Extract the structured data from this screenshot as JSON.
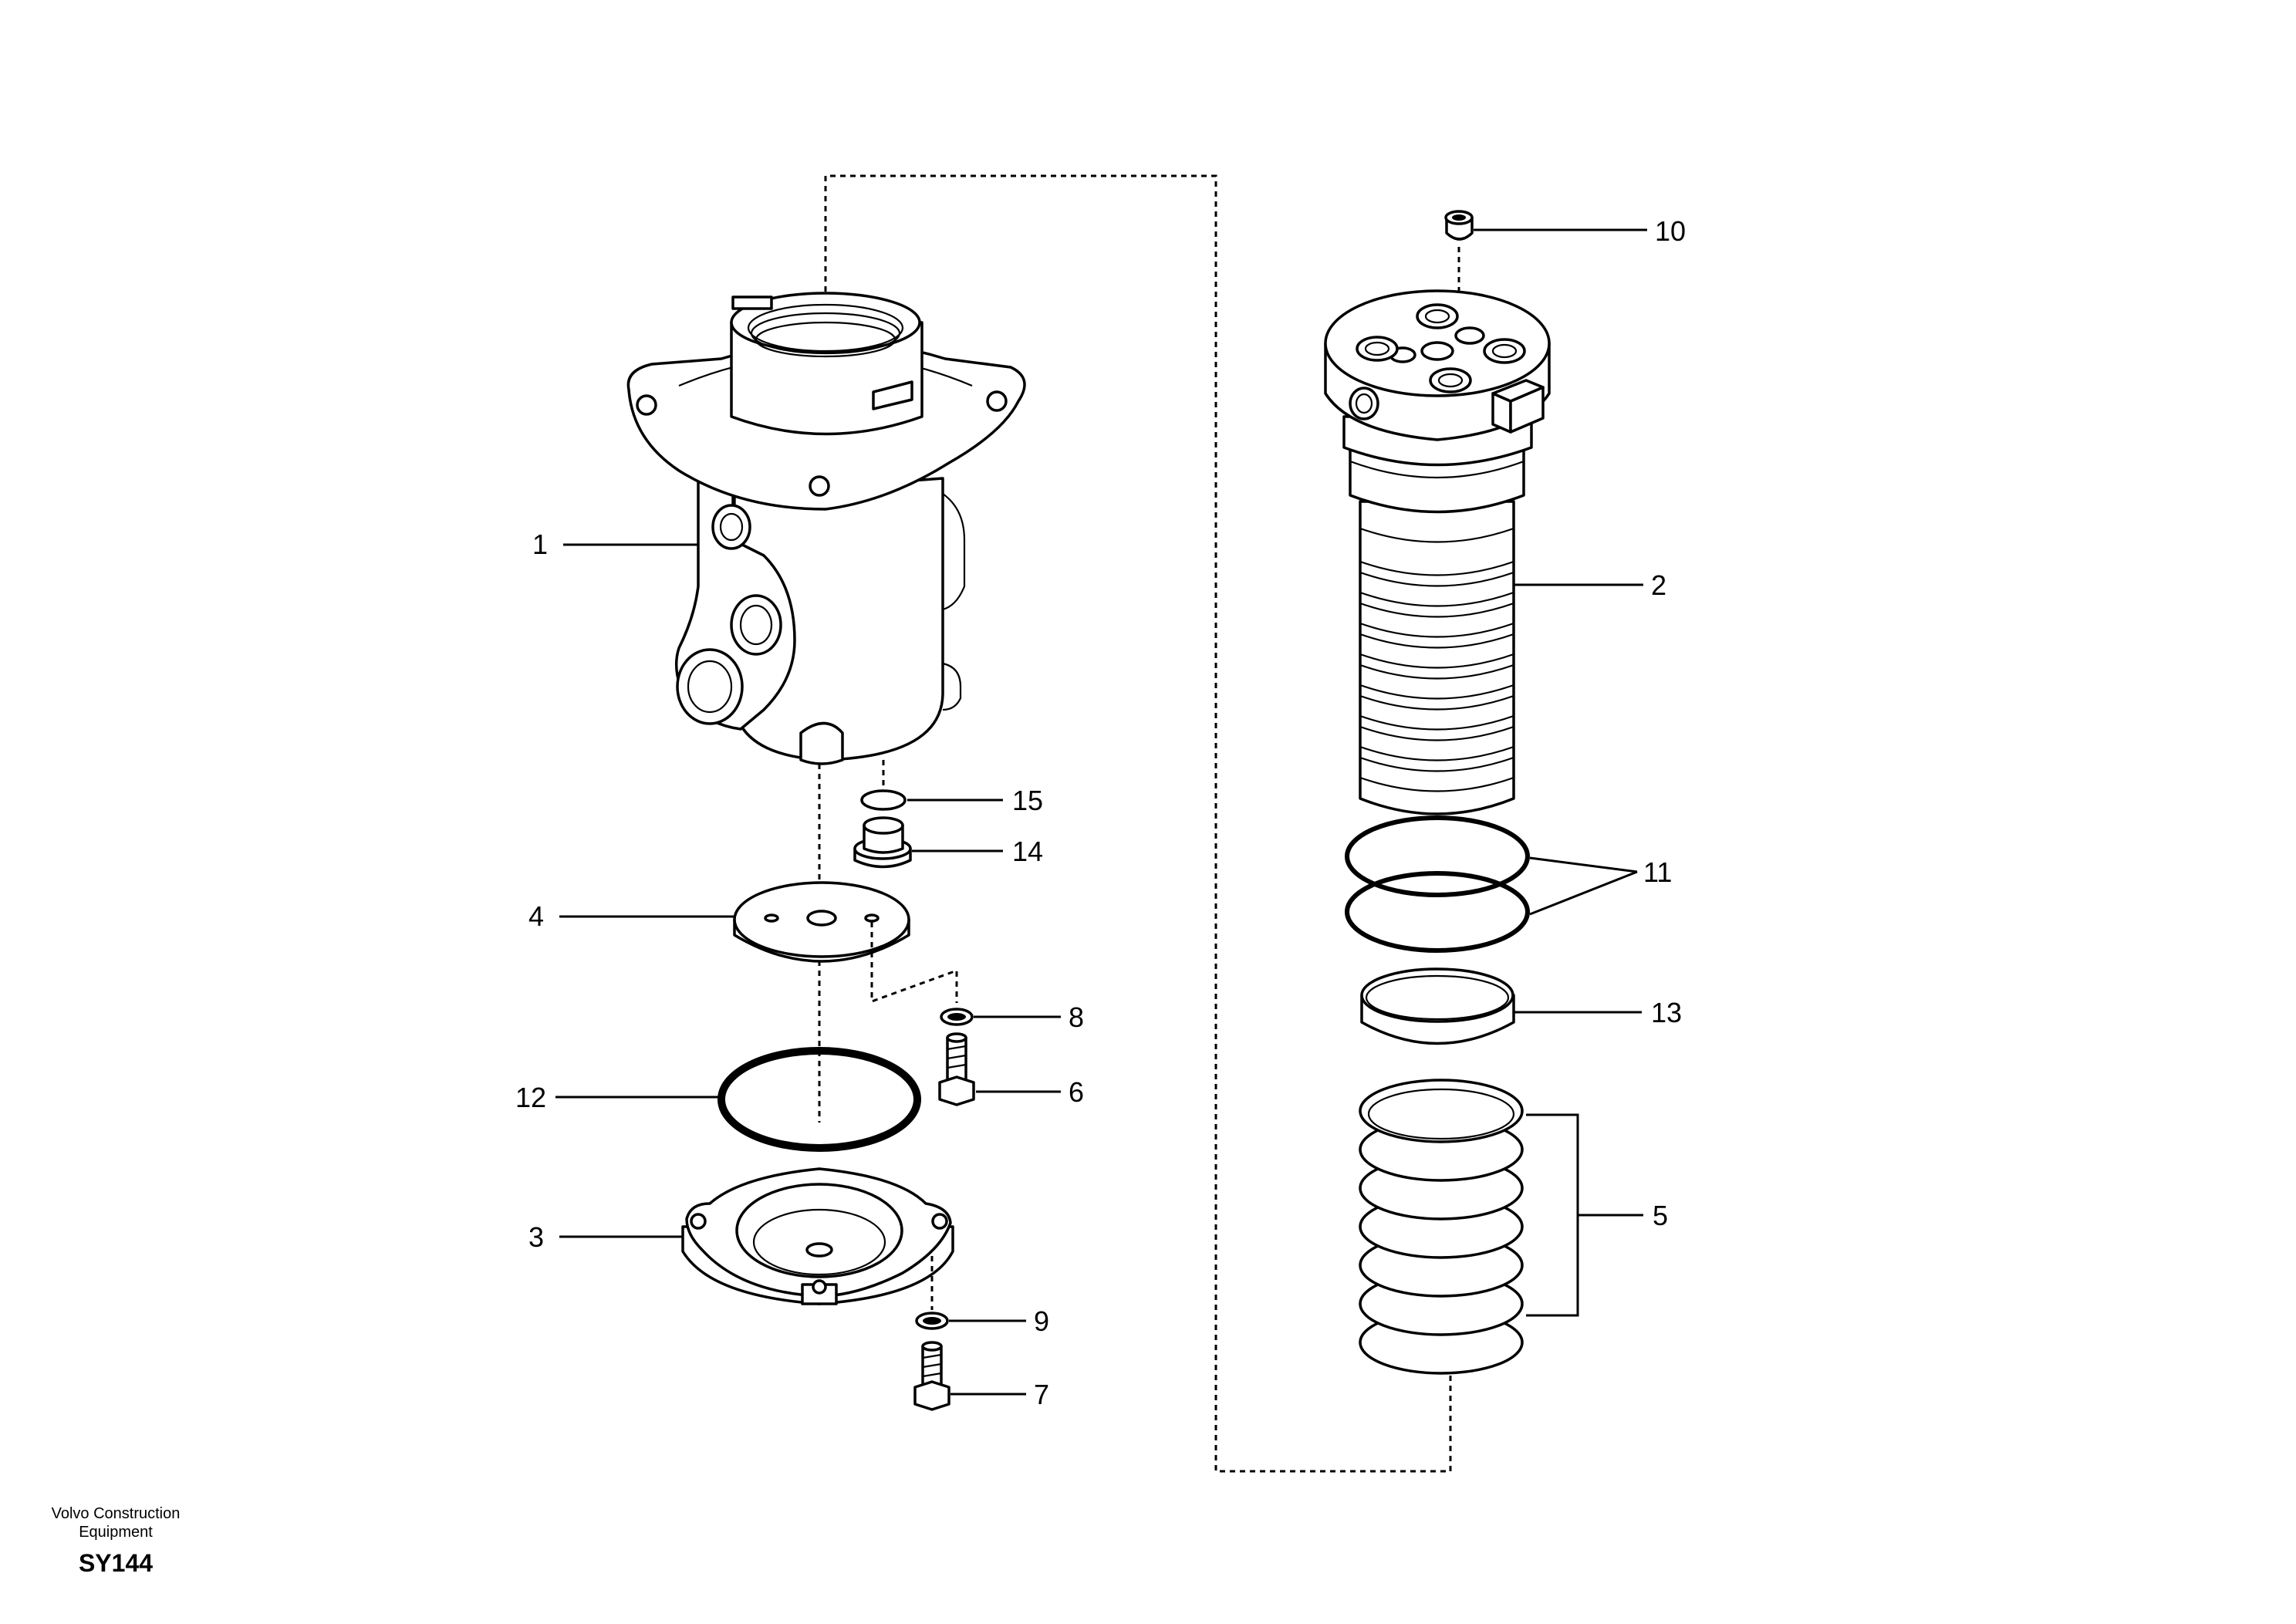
{
  "callouts": [
    "1",
    "2",
    "3",
    "4",
    "5",
    "6",
    "7",
    "8",
    "9",
    "10",
    "11",
    "12",
    "13",
    "14",
    "15"
  ],
  "footer": {
    "brand": "Volvo Construction Equipment",
    "code": "SY144"
  }
}
